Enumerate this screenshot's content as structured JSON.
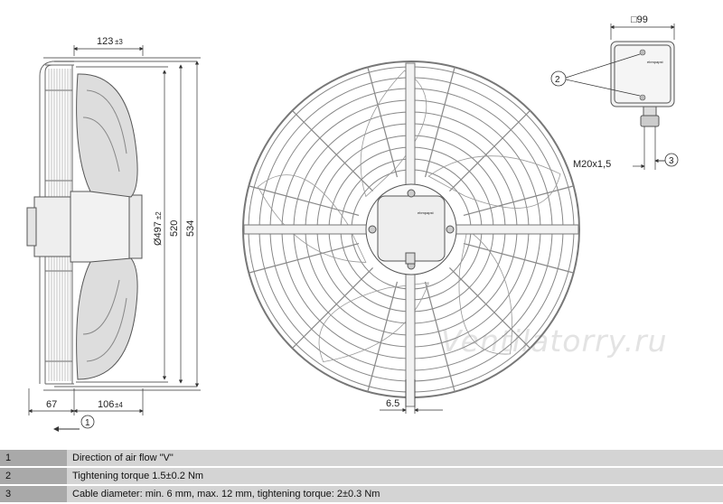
{
  "side_view": {
    "dim_width_top": "123",
    "dim_width_top_tol": "±3",
    "dim_diameter": "Ø497",
    "dim_diameter_tol": "±2",
    "dim_520": "520",
    "dim_534": "534",
    "dim_67": "67",
    "dim_106": "106",
    "dim_106_tol": "±4",
    "callout_airflow": "1"
  },
  "front_view": {
    "dim_6_5": "6.5"
  },
  "terminal_box": {
    "dim_square": "□99",
    "callout_torque": "2",
    "thread_label": "M20x1,5",
    "callout_cable": "3"
  },
  "watermark": "Ventilatorry.ru",
  "legend": [
    {
      "num": "1",
      "text": "Direction of air flow \"V\""
    },
    {
      "num": "2",
      "text": "Tightening torque 1.5±0.2 Nm"
    },
    {
      "num": "3",
      "text": "Cable diameter: min. 6 mm, max. 12 mm, tightening torque: 2±0.3 Nm"
    }
  ],
  "colors": {
    "line": "#555555",
    "guard": "#888888",
    "blade_fill": "#dddddd",
    "legend_num_bg": "#a9a9a9",
    "legend_text_bg": "#d4d4d4"
  }
}
